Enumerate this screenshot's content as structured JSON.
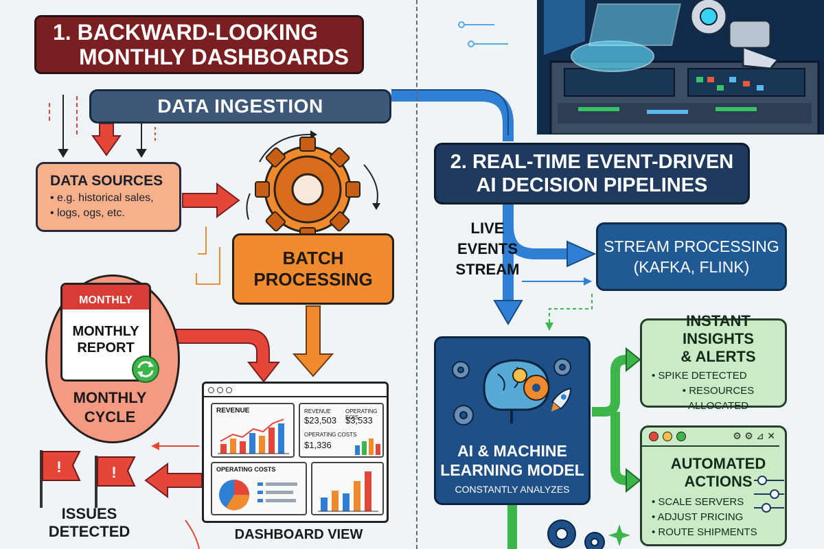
{
  "left_title": {
    "line1": "1. BACKWARD-LOOKING",
    "line2": "MONTHLY DASHBOARDS"
  },
  "right_title": {
    "line1": "2. REAL-TIME EVENT-DRIVEN",
    "line2": "AI DECISION PIPELINES"
  },
  "ingestion": {
    "label": "DATA INGESTION"
  },
  "data_sources": {
    "heading": "DATA SOURCES",
    "items": [
      "• e.g. historical sales,",
      "• logs, ogs, etc."
    ]
  },
  "batch": {
    "line1": "BATCH",
    "line2": "PROCESSING"
  },
  "calendar": {
    "header": "MONTHLY",
    "line1": "MONTHLY",
    "line2": "REPORT"
  },
  "cycle": {
    "line1": "MONTHLY",
    "line2": "CYCLE"
  },
  "issues": {
    "line1": "ISSUES",
    "line2": "DETECTED"
  },
  "dashboard": {
    "label": "DASHBOARD VIEW",
    "revenue_label": "REVENUE",
    "kpi_revenue_label": "REVENUE",
    "kpi_revenue_value": "$23,503",
    "kpi_opex_label": "OPERATING EOIS",
    "kpi_opex_value": "$3,533",
    "kpi_costs_label": "OPERATING COSTS",
    "kpi_costs_value": "$1,336",
    "pie_label": "OPERATING COSTS"
  },
  "live": {
    "line1": "LIVE",
    "line2": "EVENTS",
    "line3": "STREAM"
  },
  "stream": {
    "line1": "STREAM PROCESSING",
    "line2": "(KAFKA, FLINK)"
  },
  "ai_model": {
    "line1": "AI & MACHINE",
    "line2": "LEARNING MODEL",
    "sub": "CONSTANTLY ANALYZES"
  },
  "insights": {
    "line1": "INSTANT INSIGHTS",
    "line2": "& ALERTS",
    "items": [
      "• SPIKE DETECTED",
      "• RESOURCES ALLOCATED"
    ]
  },
  "actions": {
    "line1": "AUTOMATED",
    "line2": "ACTIONS",
    "items": [
      "• SCALE SERVERS",
      "• ADJUST PRICING",
      "• ROUTE SHIPMENTS"
    ]
  },
  "colors": {
    "left_title_bg": "#7a1f21",
    "right_title_bg": "#1f3a5c",
    "orange": "#f08a2e",
    "blue": "#1f5a95",
    "green": "#c9ecc6",
    "red_arrow": "#e4473a",
    "blue_arrow": "#2f7fd6",
    "green_arrow": "#3cb54a"
  }
}
